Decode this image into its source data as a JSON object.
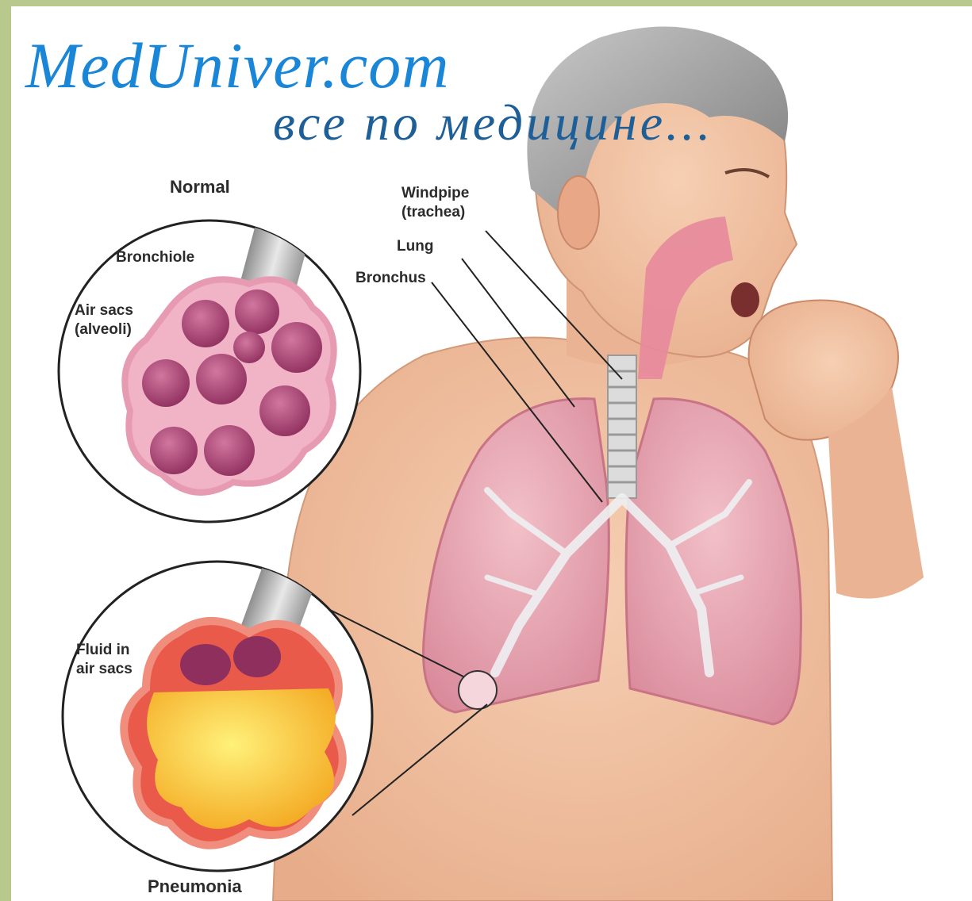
{
  "watermark": {
    "brand": "MedUniver.com",
    "tagline": "все по медицине..."
  },
  "labels": {
    "normal": "Normal",
    "bronchiole": "Bronchiole",
    "air_sacs": "Air sacs\n(alveoli)",
    "windpipe": "Windpipe\n(trachea)",
    "lung": "Lung",
    "bronchus": "Bronchus",
    "fluid": "Fluid in\nair sacs",
    "pneumonia": "Pneumonia"
  },
  "colors": {
    "frame_border": "#b9c98e",
    "skin": "#f2c3a3",
    "lung": "#e9a6b1",
    "alveoli": "#b34a7c",
    "fluid": "#f6c02a",
    "inflamed": "#ea5a4a",
    "watermark": "#1a86d8"
  },
  "icons": {
    "person": "coughing-man-illustration",
    "normal_inset": "normal-alveoli-inset",
    "pneumonia_inset": "pneumonia-alveoli-inset"
  }
}
